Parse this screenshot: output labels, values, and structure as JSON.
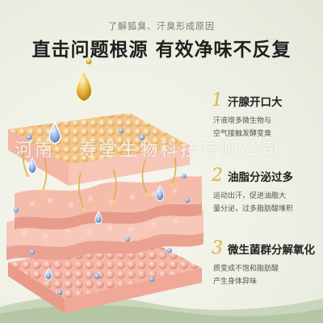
{
  "header": {
    "subtitle": "了解狐臭、汗臭形成原因",
    "headline": "直击问题根源 有效净味不反复"
  },
  "points": [
    {
      "number": "1",
      "title": "汗腺开口大",
      "desc_lines": [
        "汗液增多微生物与",
        "空气接触发酵变臭"
      ]
    },
    {
      "number": "2",
      "title": "油脂分泌过多",
      "desc_lines": [
        "运动出汗，促进油脂大",
        "量分泌，过多脂肪酸堆积"
      ]
    },
    {
      "number": "3",
      "title": "微生菌群分解氧化",
      "desc_lines": [
        "质变成不饱和脂肪酸",
        "产生身体异味"
      ]
    }
  ],
  "watermark": "河南 · 寿堂生物科技有限公司",
  "colors": {
    "accent_number": "#d9b24a",
    "headline": "#1f1f1f",
    "band": "#b9c9a9"
  }
}
